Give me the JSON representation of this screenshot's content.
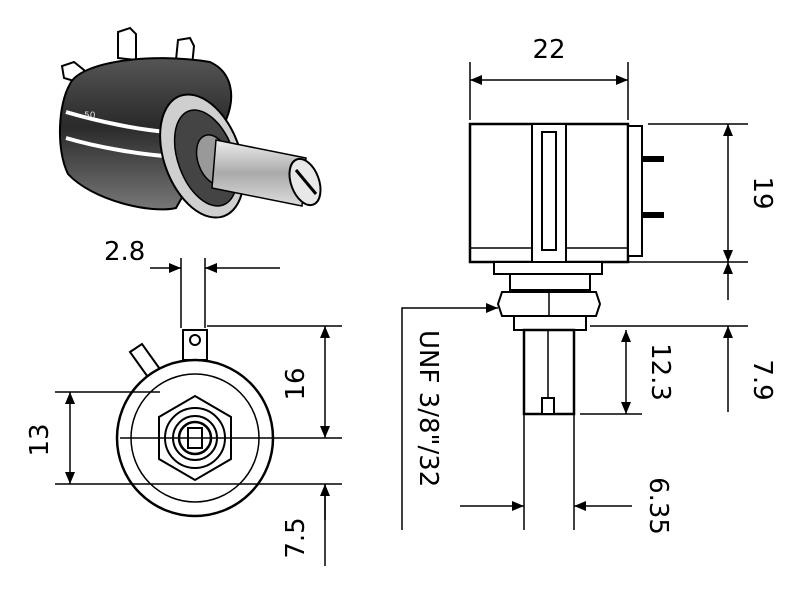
{
  "dimensions": {
    "pin_spacing": "2.8",
    "top_to_center": "16",
    "height_13": "13",
    "bottom_offset": "7.5",
    "body_width": "22",
    "body_height": "19",
    "bushing_length": "7.9",
    "shaft_length": "12.3",
    "shaft_diameter": "6.35"
  },
  "thread_label": "UNF 3/8\"/32",
  "body_marking": "50"
}
